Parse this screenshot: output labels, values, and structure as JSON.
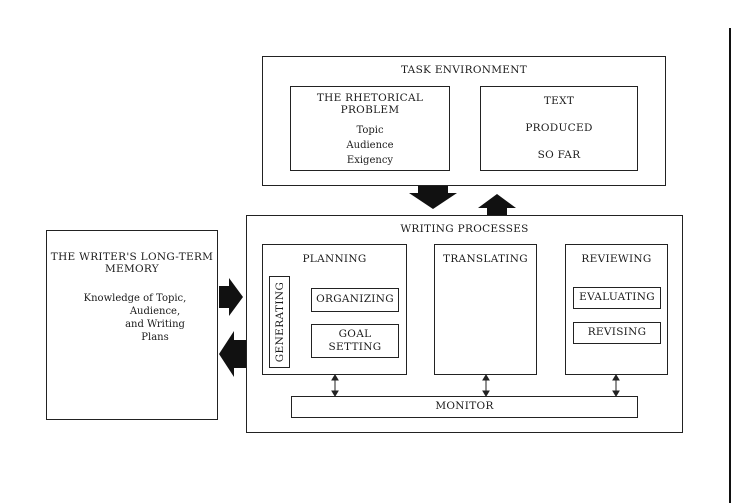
{
  "task_environment": {
    "title": "TASK ENVIRONMENT",
    "rhetorical_problem": {
      "title_line1": "THE RHETORICAL",
      "title_line2": "PROBLEM",
      "items": [
        "Topic",
        "Audience",
        "Exigency"
      ]
    },
    "text_produced": {
      "line1": "TEXT",
      "line2": "PRODUCED",
      "line3": "SO FAR"
    }
  },
  "long_term_memory": {
    "title_line1": "THE WRITER'S LONG-TERM",
    "title_line2": "MEMORY",
    "body_lines": [
      "Knowledge of Topic,",
      "Audience,",
      "and Writing",
      "Plans"
    ]
  },
  "writing_processes": {
    "title": "WRITING PROCESSES",
    "planning": {
      "title": "PLANNING",
      "generating": "GENERATING",
      "organizing": "ORGANIZING",
      "goal_setting_line1": "GOAL",
      "goal_setting_line2": "SETTING"
    },
    "translating": {
      "title": "TRANSLATING"
    },
    "reviewing": {
      "title": "REVIEWING",
      "evaluating": "EVALUATING",
      "revising": "REVISING"
    },
    "monitor": "MONITOR"
  },
  "colors": {
    "ink": "#1a1a1a",
    "arrow": "#111111",
    "paper": "#ffffff"
  }
}
